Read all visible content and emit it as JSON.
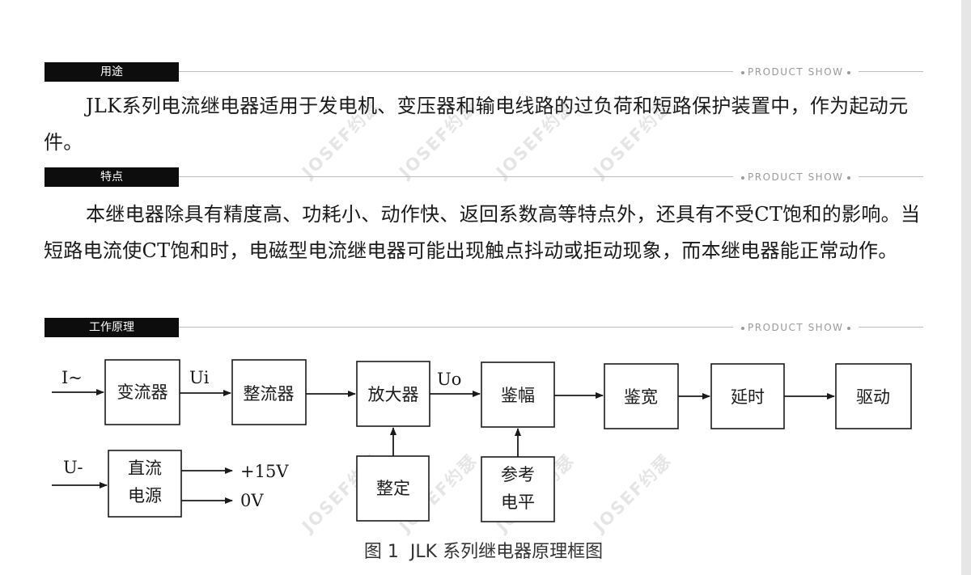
{
  "sections": [
    {
      "tag": "用途",
      "note": "PRODUCT SHOW"
    },
    {
      "tag": "特点",
      "note": "PRODUCT SHOW"
    },
    {
      "tag": "工作原理",
      "note": "PRODUCT SHOW"
    }
  ],
  "paragraphs": {
    "usage": "JLK系列电流继电器适用于发电机、变压器和输电线路的过负荷和短路保护装置中，作为起动元件。",
    "features": "本继电器除具有精度高、功耗小、动作快、返回系数高等特点外，还具有不受CT饱和的影响。当短路电流使CT饱和时，电磁型电流继电器可能出现触点抖动或拒动现象，而本继电器能正常动作。"
  },
  "diagram": {
    "input_current": "I~",
    "input_voltage": "U-",
    "signal_ui": "Ui",
    "signal_uo": "Uo",
    "blocks": {
      "transformer": "变流器",
      "rectifier": "整流器",
      "amplifier": "放大器",
      "amplitude_detector": "鉴幅",
      "width_detector": "鉴宽",
      "delay": "延时",
      "driver": "驱动",
      "setting": "整定",
      "reference_1": "参考",
      "reference_2": "电平",
      "dc_supply_1": "直流",
      "dc_supply_2": "电源"
    },
    "output_plus": "+15V",
    "output_zero": "0V"
  },
  "caption": "图 1  JLK 系列继电器原理框图",
  "watermark": "JOSEF约瑟"
}
